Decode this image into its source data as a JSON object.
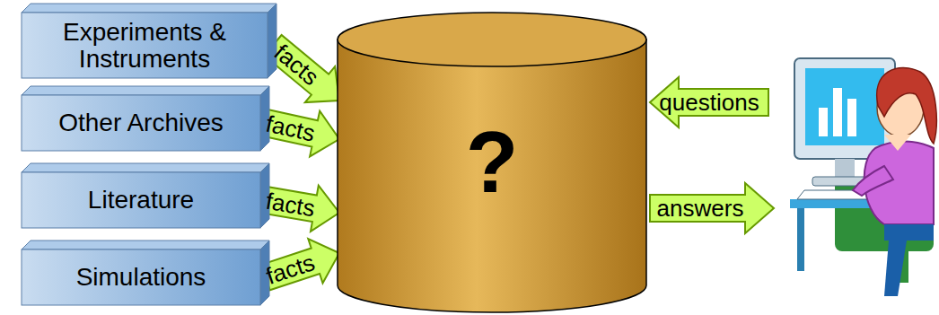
{
  "diagram": {
    "nodes": [
      {
        "text": [
          "Experiments & Instruments"
        ]
      },
      {
        "text": [
          "Other Archives"
        ]
      },
      {
        "text": [
          "Literature"
        ]
      },
      {
        "text": [
          "Simulations"
        ]
      },
      {
        "text": [
          "?"
        ]
      }
    ],
    "edges": [
      {
        "from": 0,
        "to": 4,
        "arrow": "to",
        "label": "facts"
      },
      {
        "from": 1,
        "to": 4,
        "arrow": "to",
        "label": "facts"
      },
      {
        "from": 2,
        "to": 4,
        "arrow": "to",
        "label": "facts"
      },
      {
        "from": 3,
        "to": 4,
        "arrow": "to",
        "label": "facts"
      }
    ],
    "labels": [
      "questions",
      "answers"
    ]
  }
}
